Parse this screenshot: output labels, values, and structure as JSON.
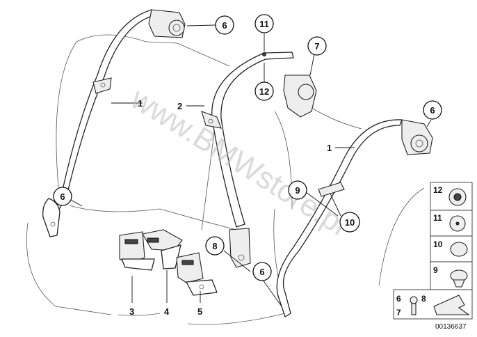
{
  "diagram": {
    "callouts": {
      "c6_top": "6",
      "c11": "11",
      "c7": "7",
      "c12": "12",
      "c6_right": "6",
      "c6_left": "6",
      "c9": "9",
      "c10": "10",
      "c8": "8",
      "c6_bottom": "6"
    },
    "labels": {
      "l1_left": "1",
      "l2": "2",
      "l1_right": "1",
      "l3": "3",
      "l4": "4",
      "l5": "5"
    },
    "legend": {
      "r12": "12",
      "r11": "11",
      "r10": "10",
      "r9": "9",
      "bolt_a": "6",
      "bolt_b": "8",
      "bolt_c": "7"
    },
    "watermark": "www.BMWstore.pl",
    "reference": "00136637"
  }
}
